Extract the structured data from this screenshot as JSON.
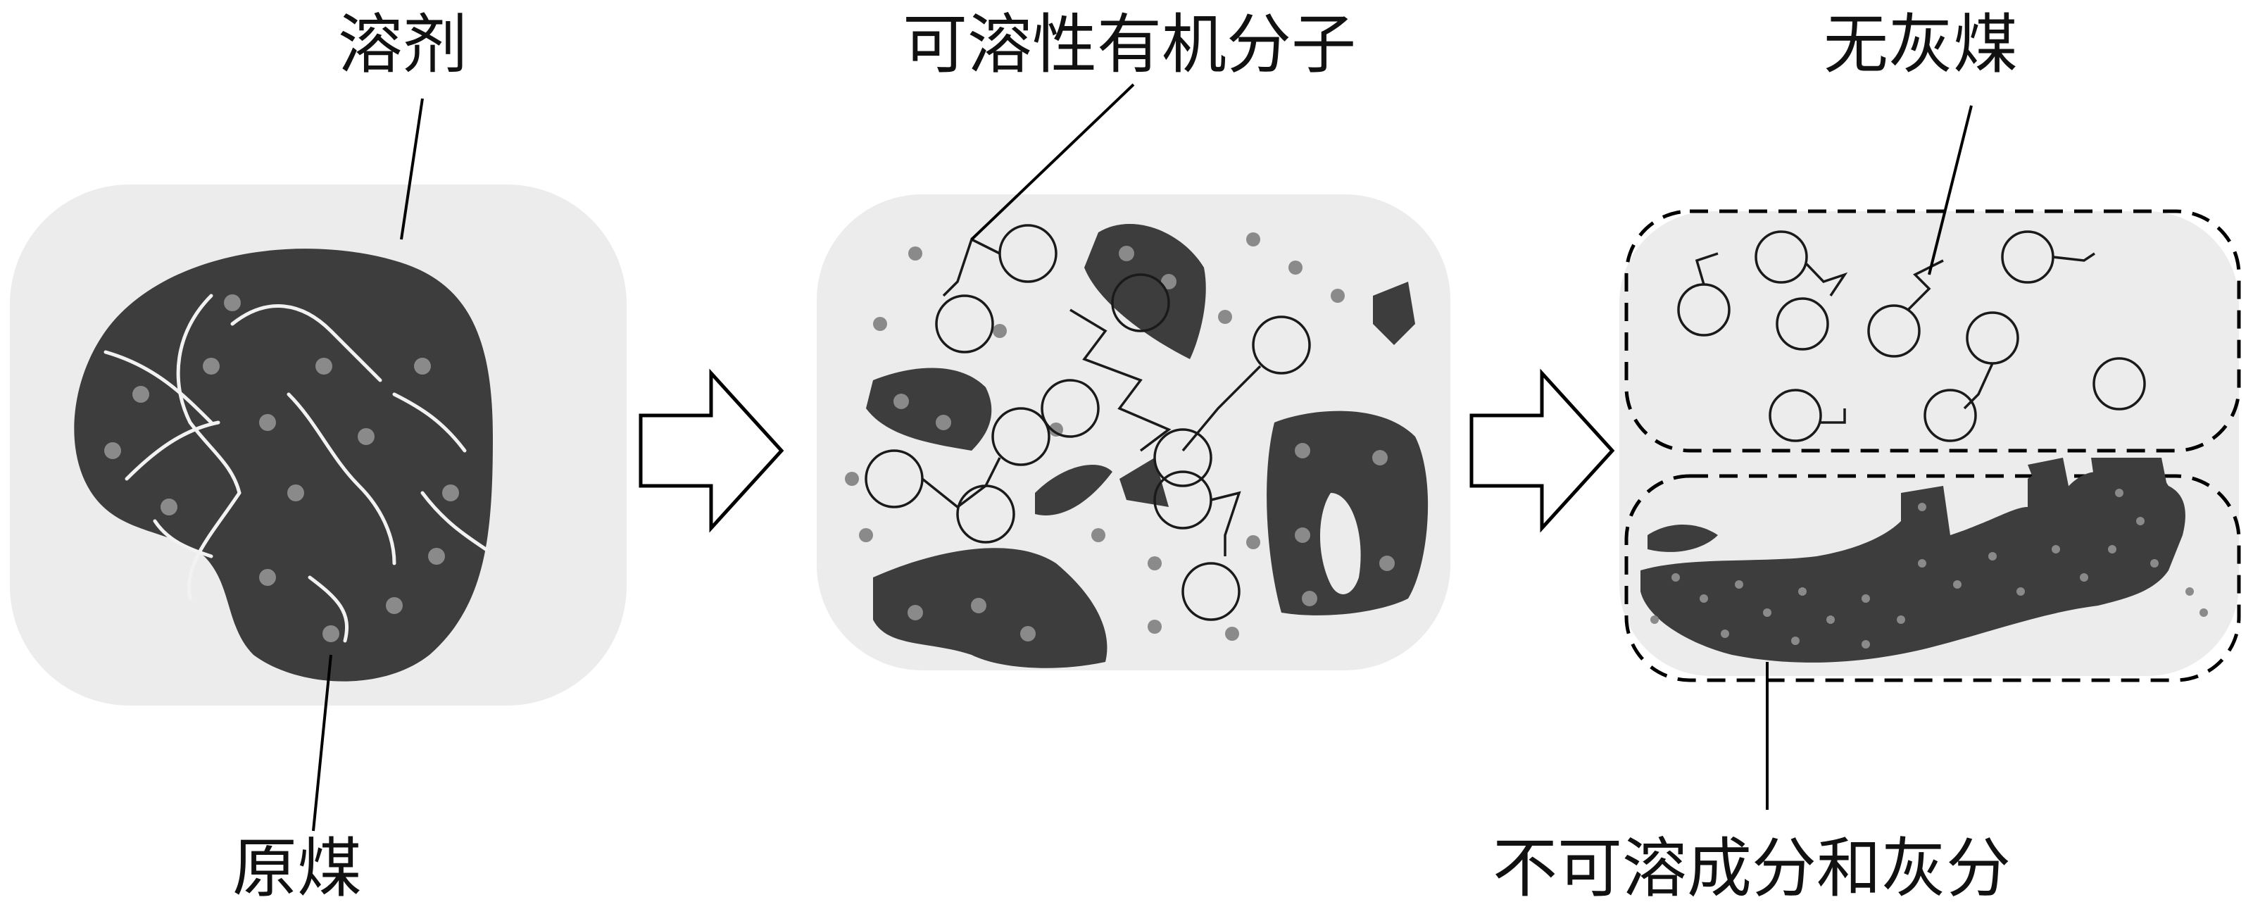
{
  "labels": {
    "solvent": "溶剂",
    "raw_coal": "原煤",
    "soluble_organic_molecules": "可溶性有机分子",
    "ashless_coal": "无灰煤",
    "insoluble_and_ash": "不可溶成分和灰分"
  }
}
